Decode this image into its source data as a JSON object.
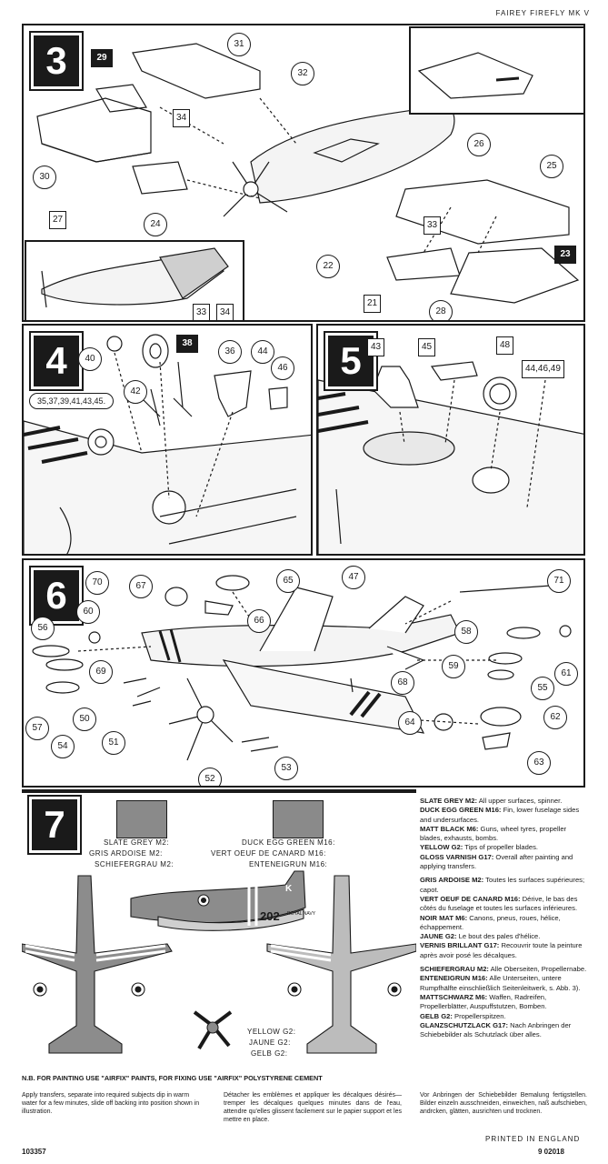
{
  "header": {
    "title": "FAIREY FIREFLY MK V"
  },
  "steps": [
    {
      "number": "3",
      "callouts": [
        "31",
        "32",
        "26",
        "25",
        "22",
        "21",
        "24",
        "30",
        "28",
        "33"
      ],
      "boxes": [
        "34",
        "27"
      ],
      "black_boxes": [
        "29",
        "23"
      ],
      "inset_labels": [
        "33",
        "34"
      ]
    },
    {
      "number": "4",
      "callouts": [
        "40",
        "36",
        "44",
        "46",
        "42"
      ],
      "black_boxes": [
        "38"
      ],
      "bubble": "35,37,39,41,43,45."
    },
    {
      "number": "5",
      "boxes": [
        "43",
        "45",
        "48",
        "44,46,49"
      ]
    },
    {
      "number": "6",
      "callouts": [
        "70",
        "67",
        "65",
        "47",
        "71",
        "60",
        "56",
        "66",
        "69",
        "58",
        "59",
        "61",
        "50",
        "51",
        "57",
        "54",
        "68",
        "55",
        "64",
        "62",
        "52",
        "53",
        "63"
      ]
    },
    {
      "number": "7"
    }
  ],
  "paints": {
    "slate": {
      "en": "SLATE GREY M2:",
      "fr": "GRIS ARDOISE M2:",
      "de": "SCHIEFERGRAU M2:"
    },
    "duck": {
      "en": "DUCK EGG GREEN M16:",
      "fr": "VERT OEUF DE CANARD M16:",
      "de": "ENTENEIGRUN M16:"
    },
    "yellow": {
      "en": "YELLOW G2:",
      "fr": "JAUNE G2:",
      "de": "GELB G2:"
    }
  },
  "aircraft_marks": {
    "serial": "202",
    "royal_navy": "ROYAL NAVY",
    "code": "K"
  },
  "legend": {
    "en": [
      {
        "k": "SLATE GREY M2:",
        "v": "All upper surfaces, spinner."
      },
      {
        "k": "DUCK EGG GREEN M16:",
        "v": "Fin, lower fuselage sides and undersurfaces."
      },
      {
        "k": "MATT BLACK M6:",
        "v": "Guns, wheel tyres, propeller blades, exhausts, bombs."
      },
      {
        "k": "YELLOW G2:",
        "v": "Tips of propeller blades."
      },
      {
        "k": "GLOSS VARNISH G17:",
        "v": "Overall after painting and applying transfers."
      }
    ],
    "fr": [
      {
        "k": "GRIS ARDOISE M2:",
        "v": "Toutes les surfaces supérieures; capot."
      },
      {
        "k": "VERT OEUF DE CANARD M16:",
        "v": "Dérive, le bas des côtés du fuselage et toutes les surfaces inférieures."
      },
      {
        "k": "NOIR MAT M6:",
        "v": "Canons, pneus, roues, hélice, échappement."
      },
      {
        "k": "JAUNE G2:",
        "v": "Le bout des pales d'hélice."
      },
      {
        "k": "VERNIS BRILLANT G17:",
        "v": "Recouvrir toute la peinture après avoir posé les décalques."
      }
    ],
    "de": [
      {
        "k": "SCHIEFERGRAU M2:",
        "v": "Alle Oberseiten, Propellernabe."
      },
      {
        "k": "ENTENEIGRUN M16:",
        "v": "Alle Unterseiten, untere Rumpfhälfte einschließlich Seitenleitwerk, s. Abb. 3)."
      },
      {
        "k": "MATTSCHWARZ M6:",
        "v": "Waffen, Radreifen, Propellerblätter, Auspuffstutzen, Bomben."
      },
      {
        "k": "GELB G2:",
        "v": "Propellerspitzen."
      },
      {
        "k": "GLANZSCHUTZLACK G17:",
        "v": "Nach Anbringen der Schiebebilder als Schutzlack über alles."
      }
    ]
  },
  "nb": "N.B. FOR PAINTING USE \"AIRFIX\" PAINTS, FOR FIXING USE \"AIRFIX\" POLYSTYRENE CEMENT",
  "transfers": {
    "en": "Apply transfers, separate into required subjects dip in warm water for a few minutes, slide off backing into position shown in illustration.",
    "fr": "Détacher les emblèmes et appliquer les décalques désirés—tremper les décalques quelques minutes dans de l'eau, attendre qu'elles glissent facilement sur le papier support et les mettre en place.",
    "de": "Vor Anbringen der Schiebebilder Bemalung fertigstellen. Bilder einzeln ausschneiden, einweichen, naß aufschieben, andrcken, glätten, ausrichten und trocknen."
  },
  "footer": {
    "code": "103357",
    "printed": "PRINTED IN ENGLAND",
    "number": "9 02018"
  }
}
